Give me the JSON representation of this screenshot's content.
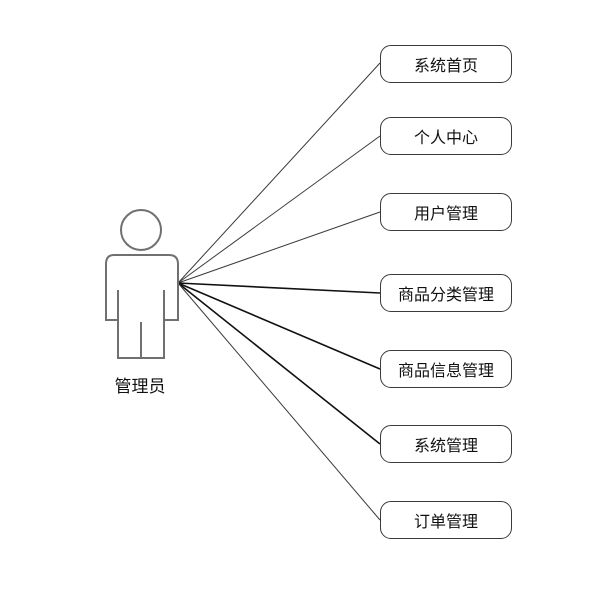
{
  "actor": {
    "label": "管理员"
  },
  "use_cases": [
    {
      "label": "系统首页"
    },
    {
      "label": "个人中心"
    },
    {
      "label": "用户管理"
    },
    {
      "label": "商品分类管理"
    },
    {
      "label": "商品信息管理"
    },
    {
      "label": "系统管理"
    },
    {
      "label": "订单管理"
    }
  ],
  "colors": {
    "stroke": "#3a3a3a",
    "actor_stroke": "#707070",
    "text": "#111111",
    "background": "#ffffff"
  }
}
